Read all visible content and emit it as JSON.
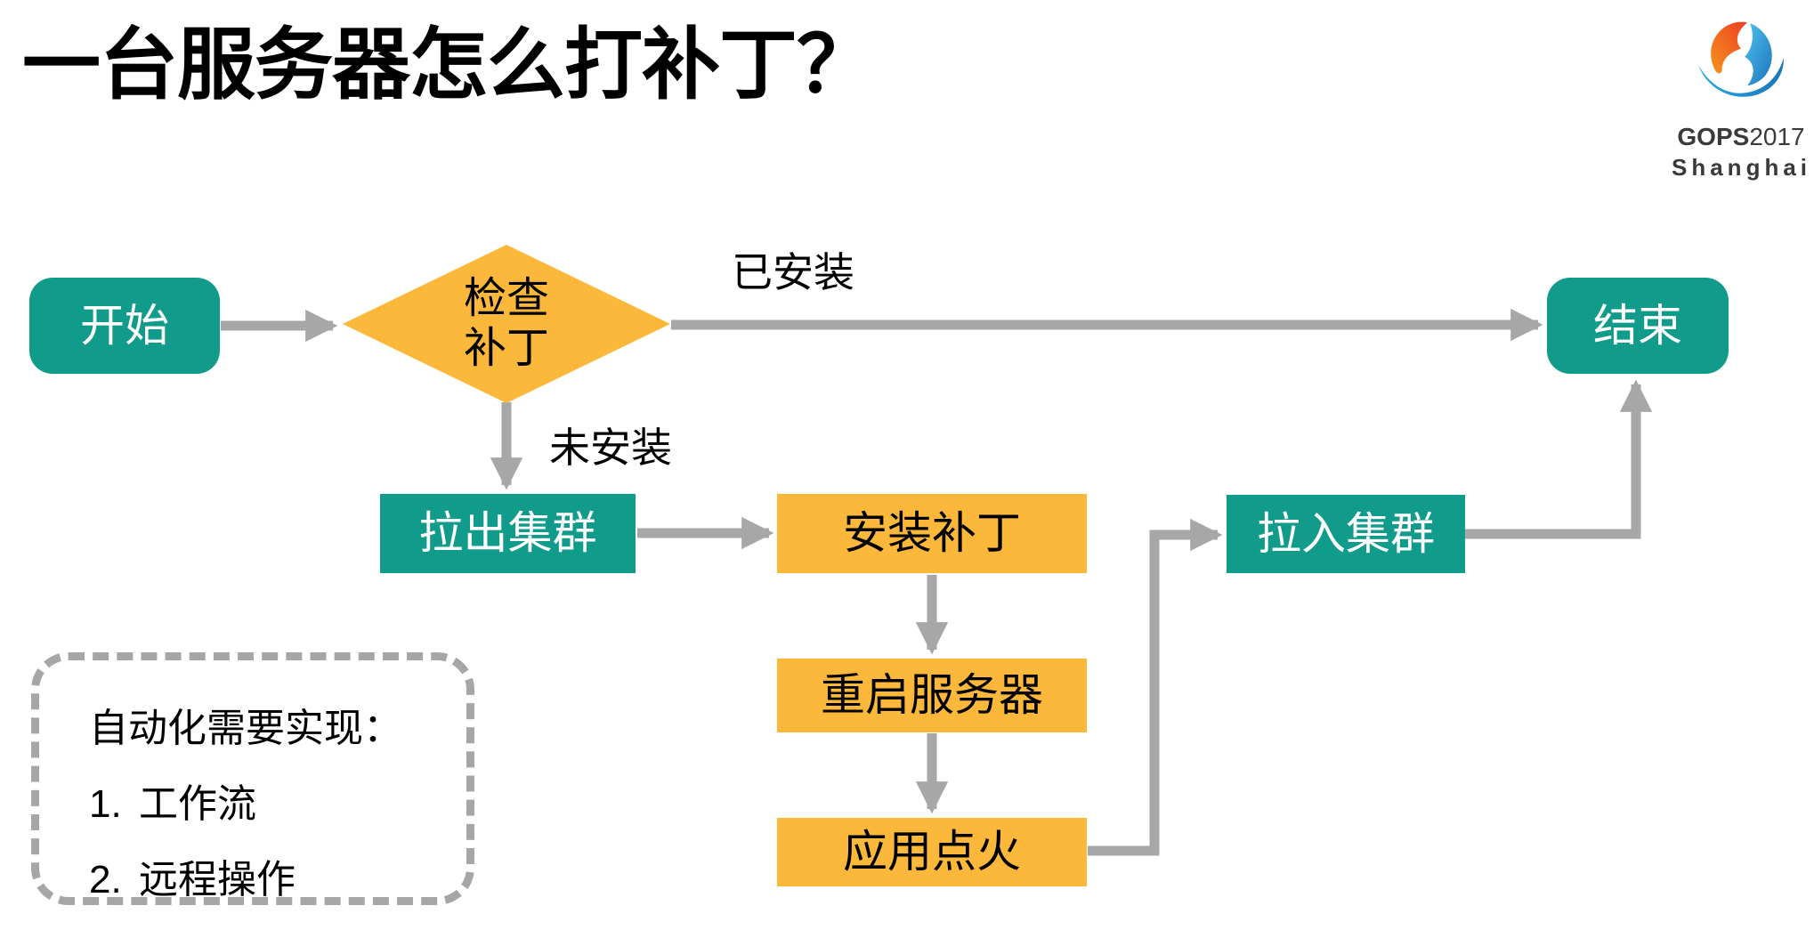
{
  "slide": {
    "title": "一台服务器怎么打补丁？"
  },
  "logo": {
    "gops": "GOPS",
    "year": "2017",
    "city": "Shanghai"
  },
  "flowchart": {
    "nodes": {
      "start": {
        "label": "开始",
        "shape": "rounded-rect",
        "color": "teal"
      },
      "check_patch": {
        "line1": "检查",
        "line2": "补丁",
        "shape": "diamond",
        "color": "orange"
      },
      "end": {
        "label": "结束",
        "shape": "rounded-rect",
        "color": "teal"
      },
      "pull_out": {
        "label": "拉出集群",
        "shape": "rect",
        "color": "teal"
      },
      "install": {
        "label": "安装补丁",
        "shape": "rect",
        "color": "orange"
      },
      "restart": {
        "label": "重启服务器",
        "shape": "rect",
        "color": "orange"
      },
      "ignite": {
        "label": "应用点火",
        "shape": "rect",
        "color": "orange"
      },
      "pull_in": {
        "label": "拉入集群",
        "shape": "rect",
        "color": "teal"
      }
    },
    "edge_labels": {
      "installed": "已安装",
      "not_installed": "未安装"
    }
  },
  "note": {
    "heading": "自动化需要实现：",
    "items": [
      {
        "num": "1.",
        "text": "工作流"
      },
      {
        "num": "2.",
        "text": "远程操作"
      }
    ]
  },
  "colors": {
    "teal": "#119B8B",
    "orange": "#FBB83B",
    "arrow": "#A7A7A7",
    "note_border": "#A6A6A6"
  }
}
